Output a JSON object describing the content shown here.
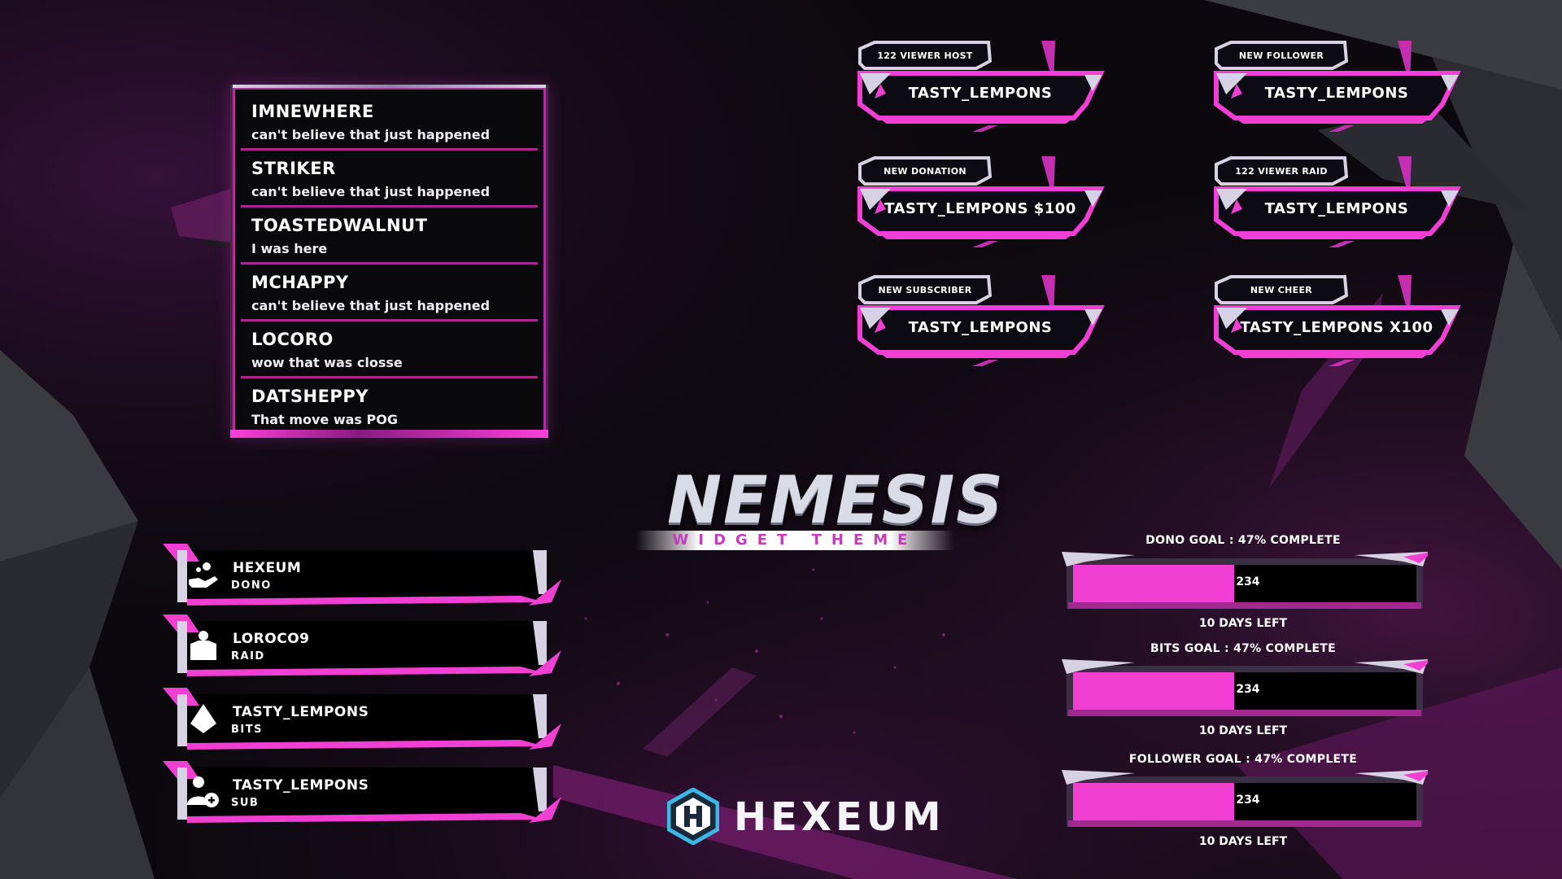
{
  "colors": {
    "accent": "#f13fd4",
    "accent_dark": "#8a1b82",
    "panel": "#0a0a0d",
    "silver": "#d6d1e3",
    "background": "#0b090d"
  },
  "chat": {
    "messages": [
      {
        "user": "IMNEWHERE",
        "text": "can't believe that just happened"
      },
      {
        "user": "STRIKER",
        "text": "can't believe that just happened"
      },
      {
        "user": "TOASTEDWALNUT",
        "text": "I was here"
      },
      {
        "user": "MCHAPPY",
        "text": "can't believe that just happened"
      },
      {
        "user": "LOCORO",
        "text": "wow that was closse"
      },
      {
        "user": "DATSHEPPY",
        "text": "That move was POG"
      }
    ]
  },
  "alerts": [
    {
      "tag": "122 VIEWER HOST",
      "name": "TASTY_LEMPONS"
    },
    {
      "tag": "NEW FOLLOWER",
      "name": "TASTY_LEMPONS"
    },
    {
      "tag": "NEW DONATION",
      "name": "TASTY_LEMPONS $100"
    },
    {
      "tag": "122 VIEWER RAID",
      "name": "TASTY_LEMPONS"
    },
    {
      "tag": "NEW SUBSCRIBER",
      "name": "TASTY_LEMPONS"
    },
    {
      "tag": "NEW CHEER",
      "name": "TASTY_LEMPONS X100"
    }
  ],
  "title": {
    "main": "NEMESIS",
    "sub": "WIDGET THEME"
  },
  "brand": {
    "name": "HEXEUM",
    "icon": "hexeum-logo-icon"
  },
  "events": [
    {
      "name": "HEXEUM",
      "type": "DONO",
      "icon": "donation-hand-icon"
    },
    {
      "name": "LOROCO9",
      "type": "RAID",
      "icon": "raid-shirt-icon"
    },
    {
      "name": "TASTY_LEMPONS",
      "type": "BITS",
      "icon": "bits-gem-icon"
    },
    {
      "name": "TASTY_LEMPONS",
      "type": "SUB",
      "icon": "add-user-icon"
    }
  ],
  "goals": [
    {
      "title": "DONO GOAL : 47% COMPLETE",
      "progress": 0.47,
      "value": "234",
      "footer": "10 DAYS LEFT"
    },
    {
      "title": "BITS GOAL : 47% COMPLETE",
      "progress": 0.47,
      "value": "234",
      "footer": "10 DAYS LEFT"
    },
    {
      "title": "FOLLOWER GOAL : 47% COMPLETE",
      "progress": 0.47,
      "value": "234",
      "footer": "10 DAYS LEFT"
    }
  ]
}
